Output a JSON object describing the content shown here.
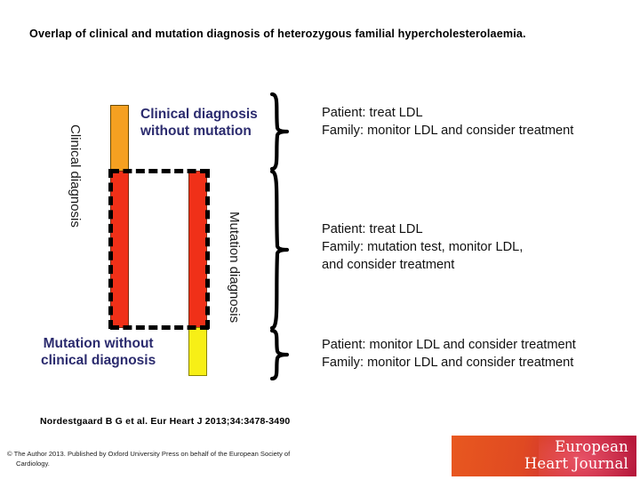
{
  "slide": {
    "title": "Overlap of clinical and mutation diagnosis of heterozygous familial hypercholesterolaemia."
  },
  "figure": {
    "axis_labels": {
      "left": "Clinical diagnosis",
      "right": "Mutation diagnosis"
    },
    "callouts": [
      {
        "id": "clinical-without-mutation",
        "text": "Clinical diagnosis\nwithout mutation",
        "color": "#2B2B6E"
      },
      {
        "id": "mutation-without-clinical",
        "text": "Mutation without\nclinical diagnosis",
        "color": "#2B2B6E"
      }
    ],
    "bars": [
      {
        "id": "clinical-only",
        "segment": "Clinical diagnosis without mutation",
        "color": "#F5A021",
        "column": "clinical"
      },
      {
        "id": "overlap-left",
        "segment": "Clinical diagnosis with mutation",
        "color": "#F03018",
        "column": "clinical"
      },
      {
        "id": "overlap-right",
        "segment": "Mutation with clinical diagnosis",
        "color": "#F03018",
        "column": "mutation"
      },
      {
        "id": "mutation-only",
        "segment": "Mutation without clinical diagnosis",
        "color": "#F7EF16",
        "column": "mutation"
      }
    ],
    "recommendations": [
      {
        "id": "rec-1",
        "text": "Patient: treat LDL\nFamily: monitor LDL and consider treatment"
      },
      {
        "id": "rec-2",
        "text": "Patient: treat LDL\nFamily: mutation test, monitor LDL,\nand consider treatment"
      },
      {
        "id": "rec-3",
        "text": "Patient: monitor LDL and consider treatment\nFamily: monitor LDL and consider treatment"
      }
    ]
  },
  "footer": {
    "citation": "Nordestgaard B G et al. Eur Heart J 2013;34:3478-3490",
    "copyright_line1": "© The Author 2013. Published by Oxford University Press on behalf of the European Society of",
    "copyright_line2": "Cardiology.",
    "logo": {
      "line1": "European",
      "line2": "Heart Journal"
    }
  }
}
